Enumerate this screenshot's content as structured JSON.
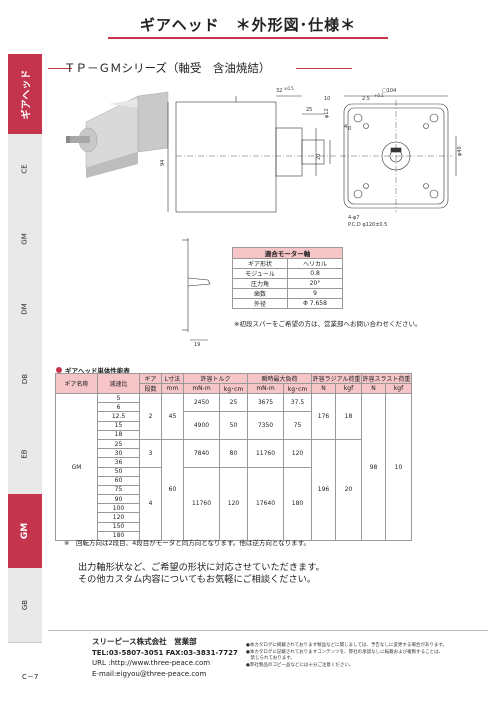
{
  "header": {
    "title": "ギアヘッド　＊外形図･仕様＊",
    "subtitle": "ＴＰ－ＧＭシリーズ（軸受　含油焼結）"
  },
  "sidebar": {
    "tabs": [
      {
        "label": "ギアヘッド",
        "active": false,
        "first": true
      },
      {
        "label": "CE",
        "active": false
      },
      {
        "label": "GM",
        "active": false
      },
      {
        "label": "DM",
        "active": false
      },
      {
        "label": "DB",
        "active": false
      },
      {
        "label": "EB",
        "active": false
      },
      {
        "label": "GM",
        "active": true
      },
      {
        "label": "GB",
        "active": false
      }
    ]
  },
  "drawing": {
    "dims": [
      "32",
      "±0.5",
      "25",
      "10",
      "φ12",
      "-0.05",
      "-0.02",
      "4-φ7",
      "P.C.D φ120±0.5",
      "94",
      "□104",
      "2.5",
      "+0.1",
      "0",
      "4",
      "20",
      "φ40",
      "19"
    ]
  },
  "motor_spec": {
    "title": "適合モーター軸",
    "rows": [
      {
        "k": "ギア形状",
        "v": "ヘリカル"
      },
      {
        "k": "モジュール",
        "v": "0.8"
      },
      {
        "k": "圧力角",
        "v": "20°"
      },
      {
        "k": "歯数",
        "v": "9"
      },
      {
        "k": "外径",
        "v": "Φ 7.658"
      }
    ]
  },
  "note_pinion": "※初段スパーをご希望の方は、営業部へお問い合わせください。",
  "gear_table": {
    "title": "ギアヘッド単体性能表",
    "header_top": [
      "ギア名称",
      "減速比",
      "ギア",
      "L寸法",
      "許容トルク",
      "瞬時最大負荷",
      "許容ラジアル荷重",
      "許容スラスト荷重"
    ],
    "header_sub": [
      "段数",
      "mm",
      "mN-m",
      "kg･cm",
      "mN-m",
      "kg･cm",
      "N",
      "kgf",
      "N",
      "kgf"
    ],
    "name": "GM",
    "ratios": [
      "5",
      "6",
      "12.5",
      "15",
      "18",
      "25",
      "30",
      "36",
      "50",
      "60",
      "75",
      "90",
      "100",
      "120",
      "150",
      "180"
    ],
    "stages": [
      "2",
      "3",
      "4"
    ],
    "L": [
      "45",
      "60"
    ],
    "torque": [
      {
        "mNm": "2450",
        "kgcm": "25"
      },
      {
        "mNm": "4900",
        "kgcm": "50"
      },
      {
        "mNm": "7840",
        "kgcm": "80"
      },
      {
        "mNm": "11760",
        "kgcm": "120"
      }
    ],
    "peak": [
      {
        "mNm": "3675",
        "kgcm": "37.5"
      },
      {
        "mNm": "7350",
        "kgcm": "75"
      },
      {
        "mNm": "11760",
        "kgcm": "120"
      },
      {
        "mNm": "17640",
        "kgcm": "180"
      }
    ],
    "radial": [
      {
        "N": "176",
        "kgf": "18"
      },
      {
        "N": "196",
        "kgf": "20"
      }
    ],
    "thrust": {
      "N": "98",
      "kgf": "10"
    }
  },
  "rotation_note": "※　回転方向は2段目、4段目がモータと同方向となります。他は逆方向となります。",
  "promo": [
    "出力軸形状など、ご希望の形状に対応させていただきます。",
    "その他カスタム内容についてもお気軽にご相談ください。"
  ],
  "company": {
    "name": "スリーピース株式会社　営業部",
    "tel": "TEL:03-5807-3051  FAX:03-3831-7727",
    "url": "URL :http://www.three-peace.com",
    "email": "E-mail:eigyou@three-peace.com"
  },
  "disclaimer": [
    "●本カタログに掲載されております製品などに関しましては、予告なしに変更する場合があります。",
    "●本カタログに記載されておりますコンテンツを、弊社の承諾なしに転載および複製することは、",
    "　禁じられております。",
    "●弊社製品のコピー品などには十分ご注意ください。"
  ],
  "page_no": "C－7",
  "colors": {
    "accent": "#c4344c",
    "header_fill": "#f5c5c8"
  }
}
